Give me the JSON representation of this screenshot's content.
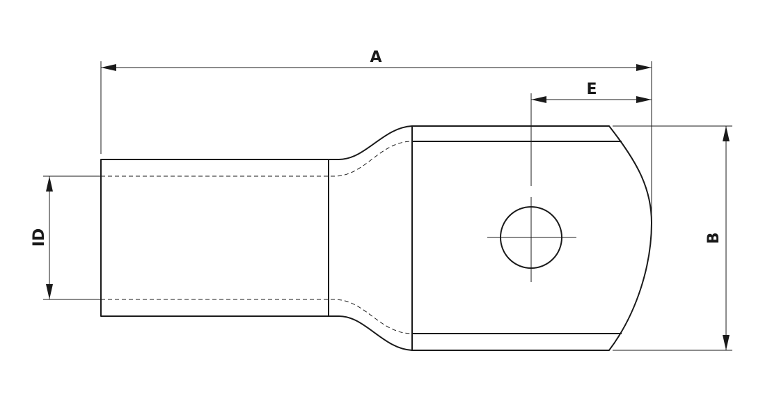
{
  "labels": {
    "a": "A",
    "e": "E",
    "b": "B",
    "id": "ID"
  },
  "colors": {
    "line": "#1a1a1a",
    "background": "#ffffff"
  }
}
